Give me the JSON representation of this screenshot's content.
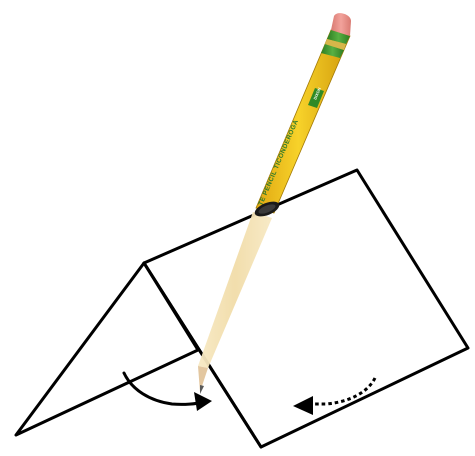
{
  "figure": {
    "pencil": {
      "imprint": "TE PENCIL TICONDEROGA",
      "badge": "DIXON"
    },
    "colors": {
      "outline": "#000000",
      "pencil_body": "#f2c41a",
      "pencil_ferrule": "#3f9a2f",
      "pencil_eraser": "#e8918a",
      "pencil_shadow_through_paper": "#f4e2b4",
      "graphite": "#2a2a2a",
      "wood": "#e8c99a"
    },
    "elements": [
      "folded-paper-tent",
      "pencil-piercing-ridge",
      "solid-curved-arrow",
      "dotted-curved-arrow"
    ]
  }
}
